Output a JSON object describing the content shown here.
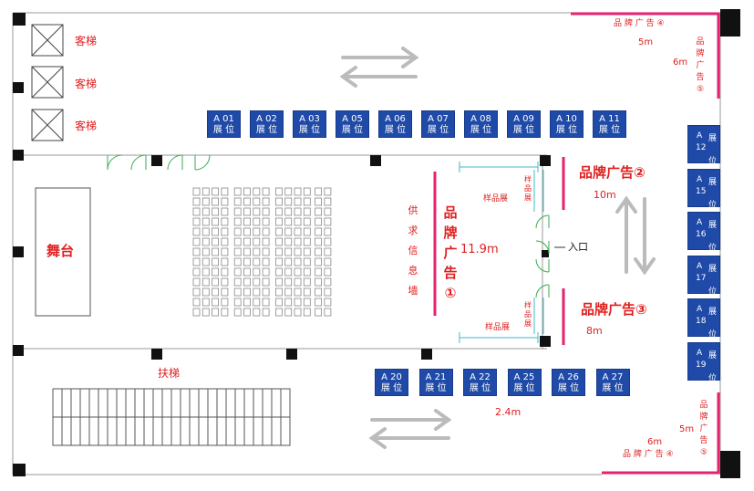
{
  "elevator_label": "客梯",
  "stage_label": "舞台",
  "escalator_label": "扶梯",
  "info_wall_label": "供求信息墙",
  "brand_ad_1": "品牌广告①",
  "brand_ad_1_width": "11.9m",
  "brand_ad_2": "品牌广告②",
  "brand_ad_2_width": "10m",
  "brand_ad_3": "品牌广告③",
  "brand_ad_3_width": "8m",
  "brand_ad_4": "品 牌 广 告 ④",
  "brand_ad_5": "品牌广告⑤",
  "ad_4_width": "5m",
  "ad_5_width": "6m",
  "sample_label": "样品展",
  "entrance_label": "入口",
  "booth_row_gap": "2.4m",
  "booth_sub": "展 位",
  "booths_top": [
    "A 01",
    "A 02",
    "A 03",
    "A 05",
    "A 06",
    "A 07",
    "A 08",
    "A 09",
    "A 10",
    "A 11"
  ],
  "booths_bottom": [
    "A 20",
    "A 21",
    "A 22",
    "A 25",
    "A 26",
    "A 27"
  ],
  "booths_right": [
    {
      "a": "A",
      "zhan": "展",
      "num": "12",
      "wei": "位"
    },
    {
      "a": "A",
      "zhan": "展",
      "num": "15",
      "wei": "位"
    },
    {
      "a": "A",
      "zhan": "展",
      "num": "16",
      "wei": "位"
    },
    {
      "a": "A",
      "zhan": "展",
      "num": "17",
      "wei": "位"
    },
    {
      "a": "A",
      "zhan": "展",
      "num": "18",
      "wei": "位"
    },
    {
      "a": "A",
      "zhan": "展",
      "num": "19",
      "wei": "位"
    }
  ],
  "colors": {
    "brand_red": "#e6226e",
    "label_red": "#e02020",
    "booth_blue": "#1f4aa8",
    "dim_cyan": "#3fb8c8",
    "door_green": "#3aaa50"
  }
}
